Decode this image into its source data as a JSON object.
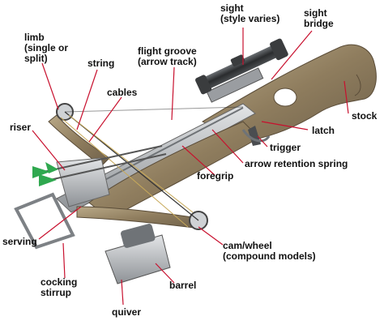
{
  "labels": {
    "sight": "sight\n(style varies)",
    "sight_bridge": "sight\nbridge",
    "limb": "limb\n(single or\nsplit)",
    "string": "string",
    "flight_groove": "flight groove\n(arrow track)",
    "cables": "cables",
    "riser": "riser",
    "stock": "stock",
    "latch": "latch",
    "trigger": "trigger",
    "arrow_retention_spring": "arrow retention spring",
    "foregrip": "foregrip",
    "serving": "serving",
    "cam_wheel": "cam/wheel\n(compound models)",
    "cocking_stirrup": "cocking\nstirrup",
    "barrel": "barrel",
    "quiver": "quiver"
  },
  "colors": {
    "leader_line": "#c8102e",
    "camo_base": "#9c8a6a",
    "metal": "#b9bcbf",
    "fletching": "#2fa84f"
  }
}
